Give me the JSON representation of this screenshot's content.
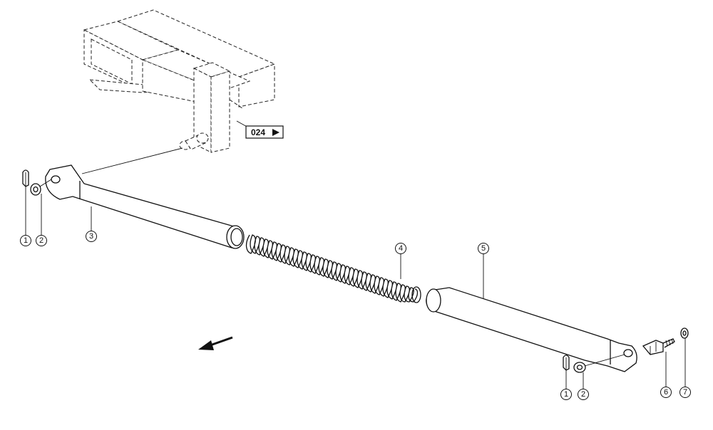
{
  "diagram": {
    "reference_label": "024",
    "callouts": [
      {
        "id": "c1a",
        "number": "1"
      },
      {
        "id": "c2a",
        "number": "2"
      },
      {
        "id": "c3",
        "number": "3"
      },
      {
        "id": "c4",
        "number": "4"
      },
      {
        "id": "c5",
        "number": "5"
      },
      {
        "id": "c1b",
        "number": "1"
      },
      {
        "id": "c2b",
        "number": "2"
      },
      {
        "id": "c6",
        "number": "6"
      },
      {
        "id": "c7",
        "number": "7"
      }
    ]
  }
}
